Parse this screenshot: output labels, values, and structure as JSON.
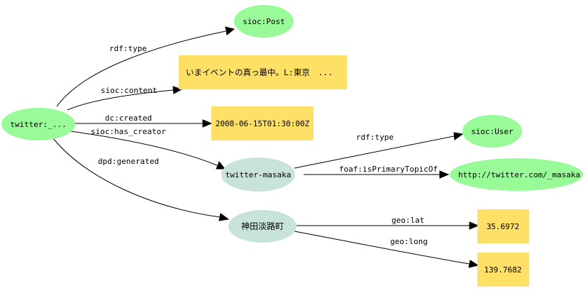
{
  "colors": {
    "uri_node": "#98fb98",
    "literal_node": "#ffe066",
    "blank_node": "#c8e3d8",
    "edge": "#000000"
  },
  "nodes": {
    "twitter_status": {
      "label": "twitter:_...",
      "kind": "uri"
    },
    "sioc_post": {
      "label": "sioc:Post",
      "kind": "uri"
    },
    "content_literal": {
      "label": "いまイベントの真っ最中。L:東京　...",
      "kind": "literal"
    },
    "created_literal": {
      "label": "2008-06-15T01:30:00Z",
      "kind": "literal"
    },
    "twitter_masaka": {
      "label": "twitter-masaka",
      "kind": "blank"
    },
    "sioc_user": {
      "label": "sioc:User",
      "kind": "uri"
    },
    "twitter_url": {
      "label": "http://twitter.com/_masaka",
      "kind": "uri"
    },
    "kanda": {
      "label": "神田淡路町",
      "kind": "blank"
    },
    "lat_literal": {
      "label": "35.6972",
      "kind": "literal"
    },
    "long_literal": {
      "label": "139.7682",
      "kind": "literal"
    }
  },
  "edges": {
    "rdf_type_post": {
      "label": "rdf:type",
      "from": "twitter_status",
      "to": "sioc_post"
    },
    "sioc_content": {
      "label": "sioc:content",
      "from": "twitter_status",
      "to": "content_literal"
    },
    "dc_created": {
      "label": "dc:created",
      "from": "twitter_status",
      "to": "created_literal"
    },
    "sioc_has_creator": {
      "label": "sioc:has_creator",
      "from": "twitter_status",
      "to": "twitter_masaka"
    },
    "dpd_generated": {
      "label": "dpd:generated",
      "from": "twitter_status",
      "to": "kanda"
    },
    "rdf_type_user": {
      "label": "rdf:type",
      "from": "twitter_masaka",
      "to": "sioc_user"
    },
    "foaf_primary_topic": {
      "label": "foaf:isPrimaryTopicOf",
      "from": "twitter_masaka",
      "to": "twitter_url"
    },
    "geo_lat": {
      "label": "geo:lat",
      "from": "kanda",
      "to": "lat_literal"
    },
    "geo_long": {
      "label": "geo:long",
      "from": "kanda",
      "to": "long_literal"
    }
  }
}
